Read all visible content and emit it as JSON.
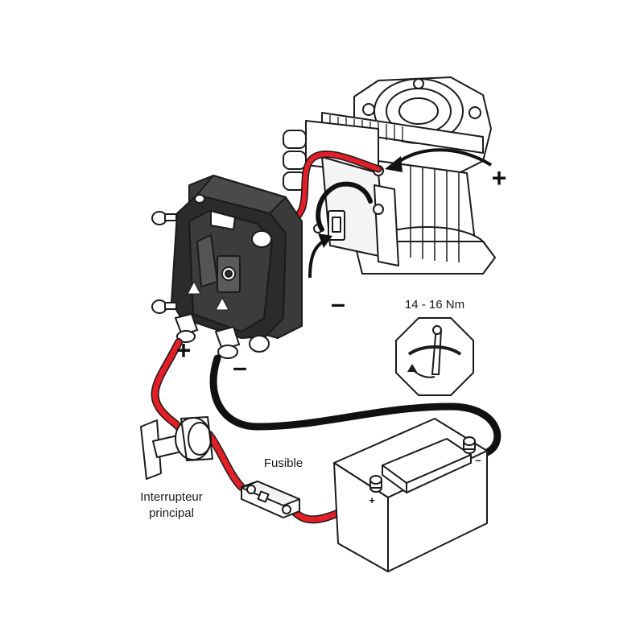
{
  "labels": {
    "torque": "14 - 16 Nm",
    "fuse": "Fusible",
    "switch_line1": "Interrupteur",
    "switch_line2": "principal"
  },
  "polarity": {
    "plus": "+",
    "minus": "–"
  },
  "colors": {
    "positive_cable": "#e21f26",
    "negative_cable": "#111111",
    "outline": "#1a1a1a",
    "housing_dark": "#2b2b2b",
    "housing_mid": "#4a4a4a",
    "motor_fill": "#ffffff"
  }
}
